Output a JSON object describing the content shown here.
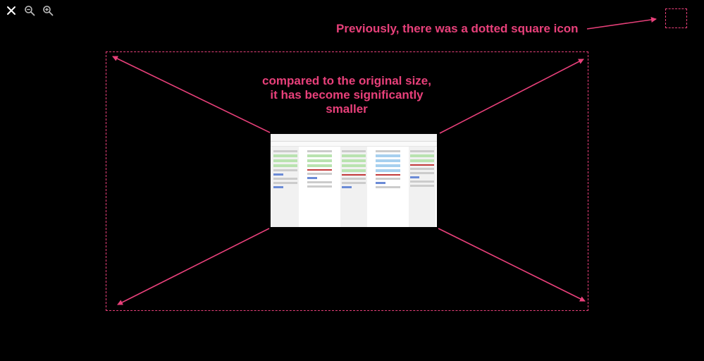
{
  "toolbar": {
    "close_icon": "close-icon",
    "zoom_out_icon": "zoom-out-icon",
    "zoom_in_icon": "zoom-in-icon"
  },
  "annotations": {
    "top_note": "Previously, there was a dotted square icon",
    "middle_note": "compared to the original size, it has become significantly smaller"
  },
  "colors": {
    "background": "#000000",
    "annotation": "#e8407a",
    "toolbar_icon": "#ffffff"
  },
  "thumbnail": {
    "description_icon": "board-preview-image"
  }
}
